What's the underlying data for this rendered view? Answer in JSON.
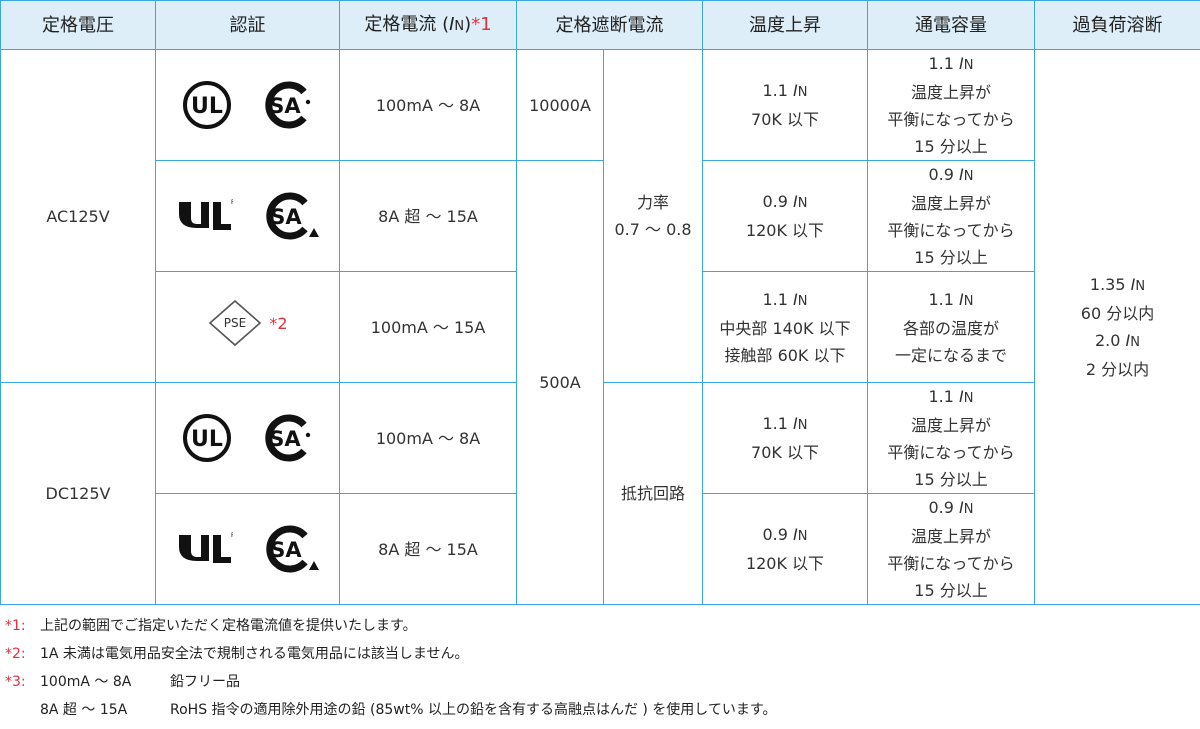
{
  "headers": {
    "rated_voltage": "定格電圧",
    "certification": "認証",
    "rated_current_pre": "定格電流 (",
    "rated_current_I": "I",
    "rated_current_N": "N",
    "rated_current_post": ")",
    "rated_current_note": "*1",
    "breaking": "定格遮断電流",
    "temp_rise": "温度上昇",
    "carrying": "通電容量",
    "overload": "過負荷溶断"
  },
  "voltages": {
    "ac": "AC125V",
    "dc": "DC125V"
  },
  "currents": [
    "100mA ～ 8A",
    "8A 超 ～ 15A",
    "100mA ～ 15A",
    "100mA ～ 8A",
    "8A 超 ～ 15A"
  ],
  "breaking": {
    "top": "10000A",
    "bottom": "500A",
    "pf_label": "力率",
    "pf_value": "0.7 ～ 0.8",
    "resist": "抵抗回路"
  },
  "pse_note": "*2",
  "temps": {
    "r1": {
      "mult": "1.1",
      "line2": "70K 以下"
    },
    "r2": {
      "mult": "0.9",
      "line2": "120K 以下"
    },
    "r3": {
      "mult": "1.1",
      "line2": "中央部 140K 以下",
      "line3": "接触部 60K 以下"
    },
    "r4": {
      "mult": "1.1",
      "line2": "70K 以下"
    },
    "r5": {
      "mult": "0.9",
      "line2": "120K 以下"
    }
  },
  "carry": {
    "r1": {
      "mult": "1.1",
      "l2": "温度上昇が",
      "l3": "平衡になってから",
      "l4": "15 分以上"
    },
    "r2": {
      "mult": "0.9",
      "l2": "温度上昇が",
      "l3": "平衡になってから",
      "l4": "15 分以上"
    },
    "r3": {
      "mult": "1.1",
      "l2": "各部の温度が",
      "l3": "一定になるまで"
    },
    "r4": {
      "mult": "1.1",
      "l2": "温度上昇が",
      "l3": "平衡になってから",
      "l4": "15 分以上"
    },
    "r5": {
      "mult": "0.9",
      "l2": "温度上昇が",
      "l3": "平衡になってから",
      "l4": "15 分以上"
    }
  },
  "overload": {
    "m1": "1.35",
    "t1": "60 分以内",
    "m2": "2.0",
    "t2": "2 分以内"
  },
  "symbol": {
    "I": "I",
    "N": "N"
  },
  "logos": {
    "ul": "UL",
    "csa": "SA",
    "pse": "PSE",
    "ur": "R"
  },
  "footnotes": {
    "n1_mark": "*1:",
    "n1_text": "上記の範囲でご指定いただく定格電流値を提供いたします。",
    "n2_mark": "*2:",
    "n2_text": "1A 未満は電気用品安全法で規制される電気用品には該当しません。",
    "n3_mark": "*3:",
    "n3_a1": "100mA ～ 8A",
    "n3_a2": "鉛フリー品",
    "n3_b1": "8A 超 ～ 15A",
    "n3_b2": "RoHS 指令の適用除外用途の鉛 (85wt% 以上の鉛を含有する高融点はんだ ) を使用しています。"
  },
  "colors": {
    "border": "#3aa6e3",
    "header_bg": "#ddeef9",
    "note_red": "#e0313f"
  }
}
